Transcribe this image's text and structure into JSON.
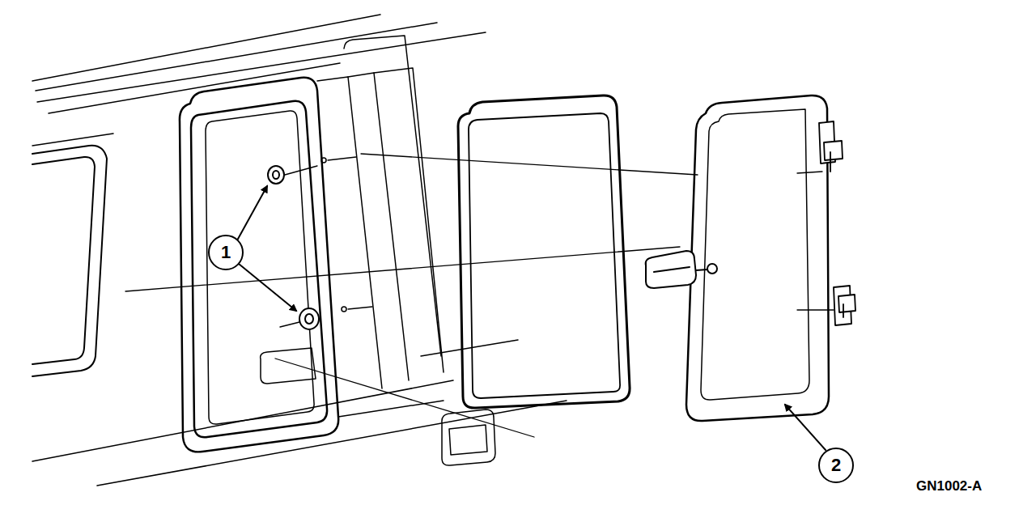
{
  "diagram": {
    "nodes": [
      {
        "text": [
          "1"
        ]
      },
      {
        "text": [
          "2"
        ]
      }
    ],
    "labels": [
      "GN1002-A"
    ]
  }
}
